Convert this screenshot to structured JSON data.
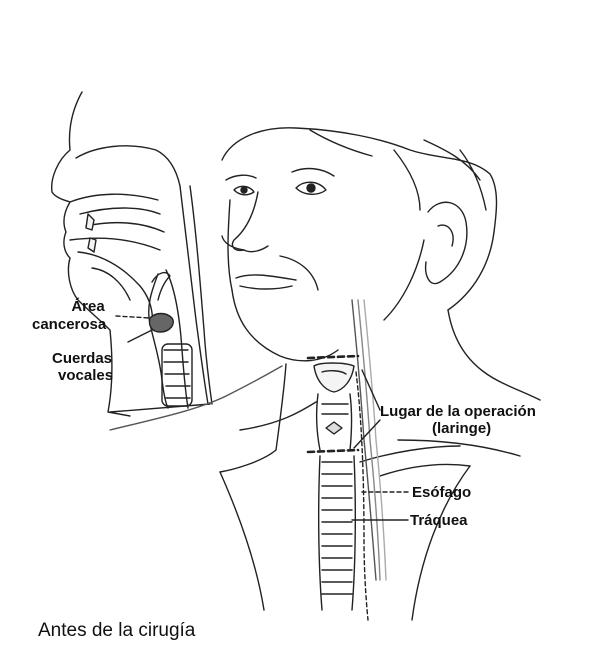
{
  "labels": {
    "cancer_area": "Área\ncancerosa",
    "cancer_area_line1": "Área",
    "cancer_area_line2": "cancerosa",
    "vocal_cords_line1": "Cuerdas",
    "vocal_cords_line2": "vocales",
    "operation_site_line1": "Lugar de la operación",
    "operation_site_line2": "(laringe)",
    "esophagus": "Esófago",
    "trachea": "Tráquea"
  },
  "caption": "Antes de la cirugía",
  "colors": {
    "ink": "#111111",
    "background": "#ffffff",
    "shade": "#888888"
  }
}
